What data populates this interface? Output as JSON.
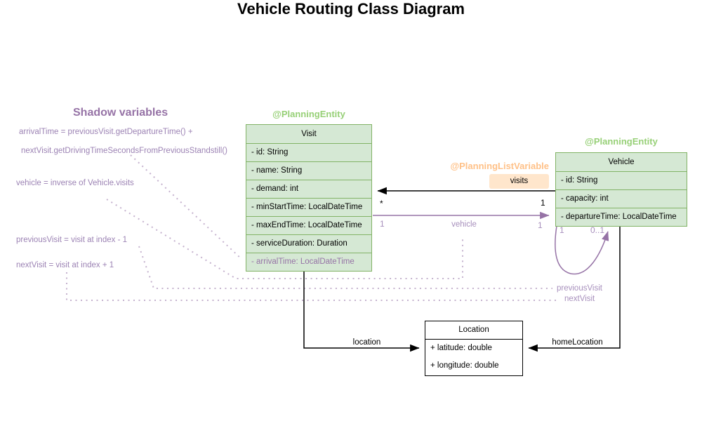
{
  "title": "Vehicle Routing Class Diagram",
  "shadow": {
    "heading": "Shadow variables",
    "arrival_line1": "arrivalTime = previousVisit.getDepartureTime() +",
    "arrival_line2": "nextVisit.getDrivingTimeSecondsFromPreviousStandstill()",
    "vehicle_line": "vehicle = inverse of Vehicle.visits",
    "previous_line": "previousVisit = visit at index - 1",
    "next_line": "nextVisit = visit at index + 1"
  },
  "visit": {
    "annotation": "@PlanningEntity",
    "title": "Visit",
    "fields": [
      "- id: String",
      "- name: String",
      "- demand: int",
      "- minStartTime: LocalDateTime",
      "- maxEndTime: LocalDateTime",
      "- serviceDuration: Duration",
      "- arrivalTime: LocalDateTime"
    ]
  },
  "vehicle": {
    "annotation": "@PlanningEntity",
    "title": "Vehicle",
    "fields": [
      "- id: String",
      "- capacity: int",
      "- departureTime: LocalDateTime"
    ]
  },
  "location": {
    "title": "Location",
    "fields": [
      "+ latitude: double",
      "+ longitude: double"
    ]
  },
  "edges": {
    "planning_list_variable": "@PlanningListVariable",
    "visits": "visits",
    "visits_target_mult": "*",
    "visits_source_mult": "1",
    "vehicle": "vehicle",
    "vehicle_source_mult": "1",
    "vehicle_target_mult": "1",
    "self_source_mult": "1",
    "self_target_mult": "0..1",
    "previous_visit": "previousVisit",
    "next_visit": "nextVisit",
    "location": "location",
    "home_location": "homeLocation"
  },
  "colors": {
    "entity_fill": "#d5e8d4",
    "entity_stroke": "#82b366",
    "annotation_green": "#97d077",
    "annotation_orange": "#ffc188",
    "visits_chip_fill": "#ffe6cc",
    "purple": "#9673a6",
    "black": "#000000"
  }
}
